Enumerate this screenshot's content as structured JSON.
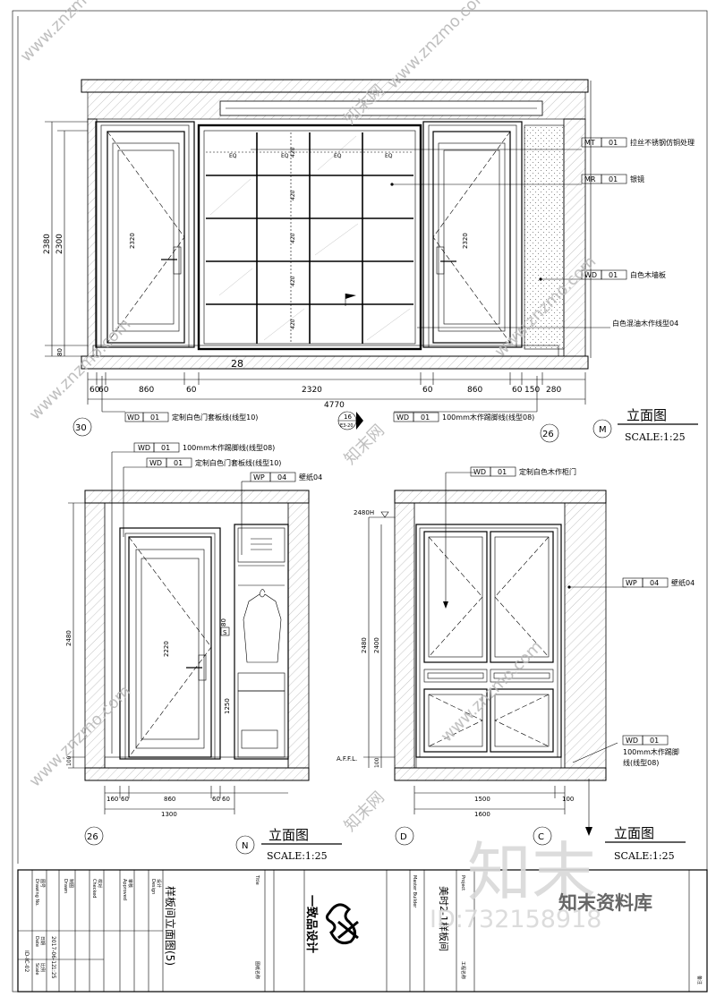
{
  "elevation_m": {
    "dims_bottom": [
      "60",
      "60",
      "860",
      "60",
      "2320",
      "60",
      "860",
      "60",
      "150",
      "280"
    ],
    "dim_total": "4770",
    "dims_left": [
      "2380",
      "2300",
      "80"
    ],
    "door_height": "2320",
    "glass_dims": [
      "EQ",
      "EQ",
      "EQ",
      "EQ"
    ],
    "glass_row_dims": [
      "420",
      "420",
      "420",
      "420",
      "420"
    ],
    "callouts": [
      {
        "code": "MT",
        "num": "01",
        "text": "拉丝不锈钢仿铜处理"
      },
      {
        "code": "MR",
        "num": "01",
        "text": "银镜"
      },
      {
        "code": "WD",
        "num": "01",
        "text": "白色木墙板"
      }
    ],
    "callout_plain": "白色混油木作线型04",
    "bottom_callouts": [
      {
        "code": "WD",
        "num": "01",
        "text": "定制白色门套板线(线型10)"
      },
      {
        "code": "WD",
        "num": "01",
        "text": "100mm木作踢脚线(线型08)"
      }
    ],
    "axis_left": "30",
    "axis_right": "26",
    "axis_mid_top": "28",
    "section_marker": {
      "top": "16",
      "bottom": "E3-20"
    },
    "title": "立面图",
    "letter": "M",
    "scale": "SCALE:1:25"
  },
  "elevation_n": {
    "callouts": [
      {
        "code": "WD",
        "num": "01",
        "text": "100mm木作踢脚线(线型08)"
      },
      {
        "code": "WD",
        "num": "01",
        "text": "定制白色门套板线(线型10)"
      },
      {
        "code": "WP",
        "num": "04",
        "text": "壁纸04"
      }
    ],
    "dims_left": [
      "2480",
      "100"
    ],
    "door_height": "2220",
    "dims_bottom": [
      "160",
      "60",
      "860",
      "60",
      "60"
    ],
    "dim_total": "1300",
    "side_dims": [
      "80",
      "1250"
    ],
    "tag": "S",
    "axis": "26",
    "title": "立面图",
    "letter": "N",
    "scale": "SCALE:1:25"
  },
  "elevation_d": {
    "callouts": [
      {
        "code": "WD",
        "num": "01",
        "text": "定制白色木作柜门"
      },
      {
        "code": "WP",
        "num": "04",
        "text": "壁纸04"
      }
    ],
    "skirting": {
      "code": "WD",
      "num": "01",
      "line1": "100mm木作踢脚",
      "line2": "线(线型08)"
    },
    "level_top": "2480H",
    "level_bottom": "A.F.F.L.",
    "dims_left": [
      "2480",
      "2400",
      "100"
    ],
    "dims_bottom": [
      "1500",
      "100"
    ],
    "dim_total": "1600",
    "axis_left": "D",
    "axis_right": "C",
    "title": "立面图",
    "scale": "SCALE:1:25"
  },
  "title_block": {
    "drawing_title": "样板间立面图(5)",
    "project": "美时2-1样板间",
    "logo_text": "一致品设计",
    "date": "2017-06-12",
    "scale": "1:25",
    "drawing_no": "ID-IC-02",
    "small_labels": [
      "Title",
      "图纸名称",
      "Master Builder",
      "Project",
      "工程名称",
      "Drawing No.",
      "图号",
      "Date",
      "日期",
      "Scale",
      "比例",
      "Drawn",
      "制图",
      "Checked",
      "校对",
      "Approved",
      "审核",
      "Design",
      "设计",
      "备注"
    ]
  },
  "watermark": {
    "site": "www.znzmo.com",
    "brand_cn": "知末网",
    "brand_big": "知末",
    "library": "知末资料库",
    "id": "ID:732158918"
  }
}
